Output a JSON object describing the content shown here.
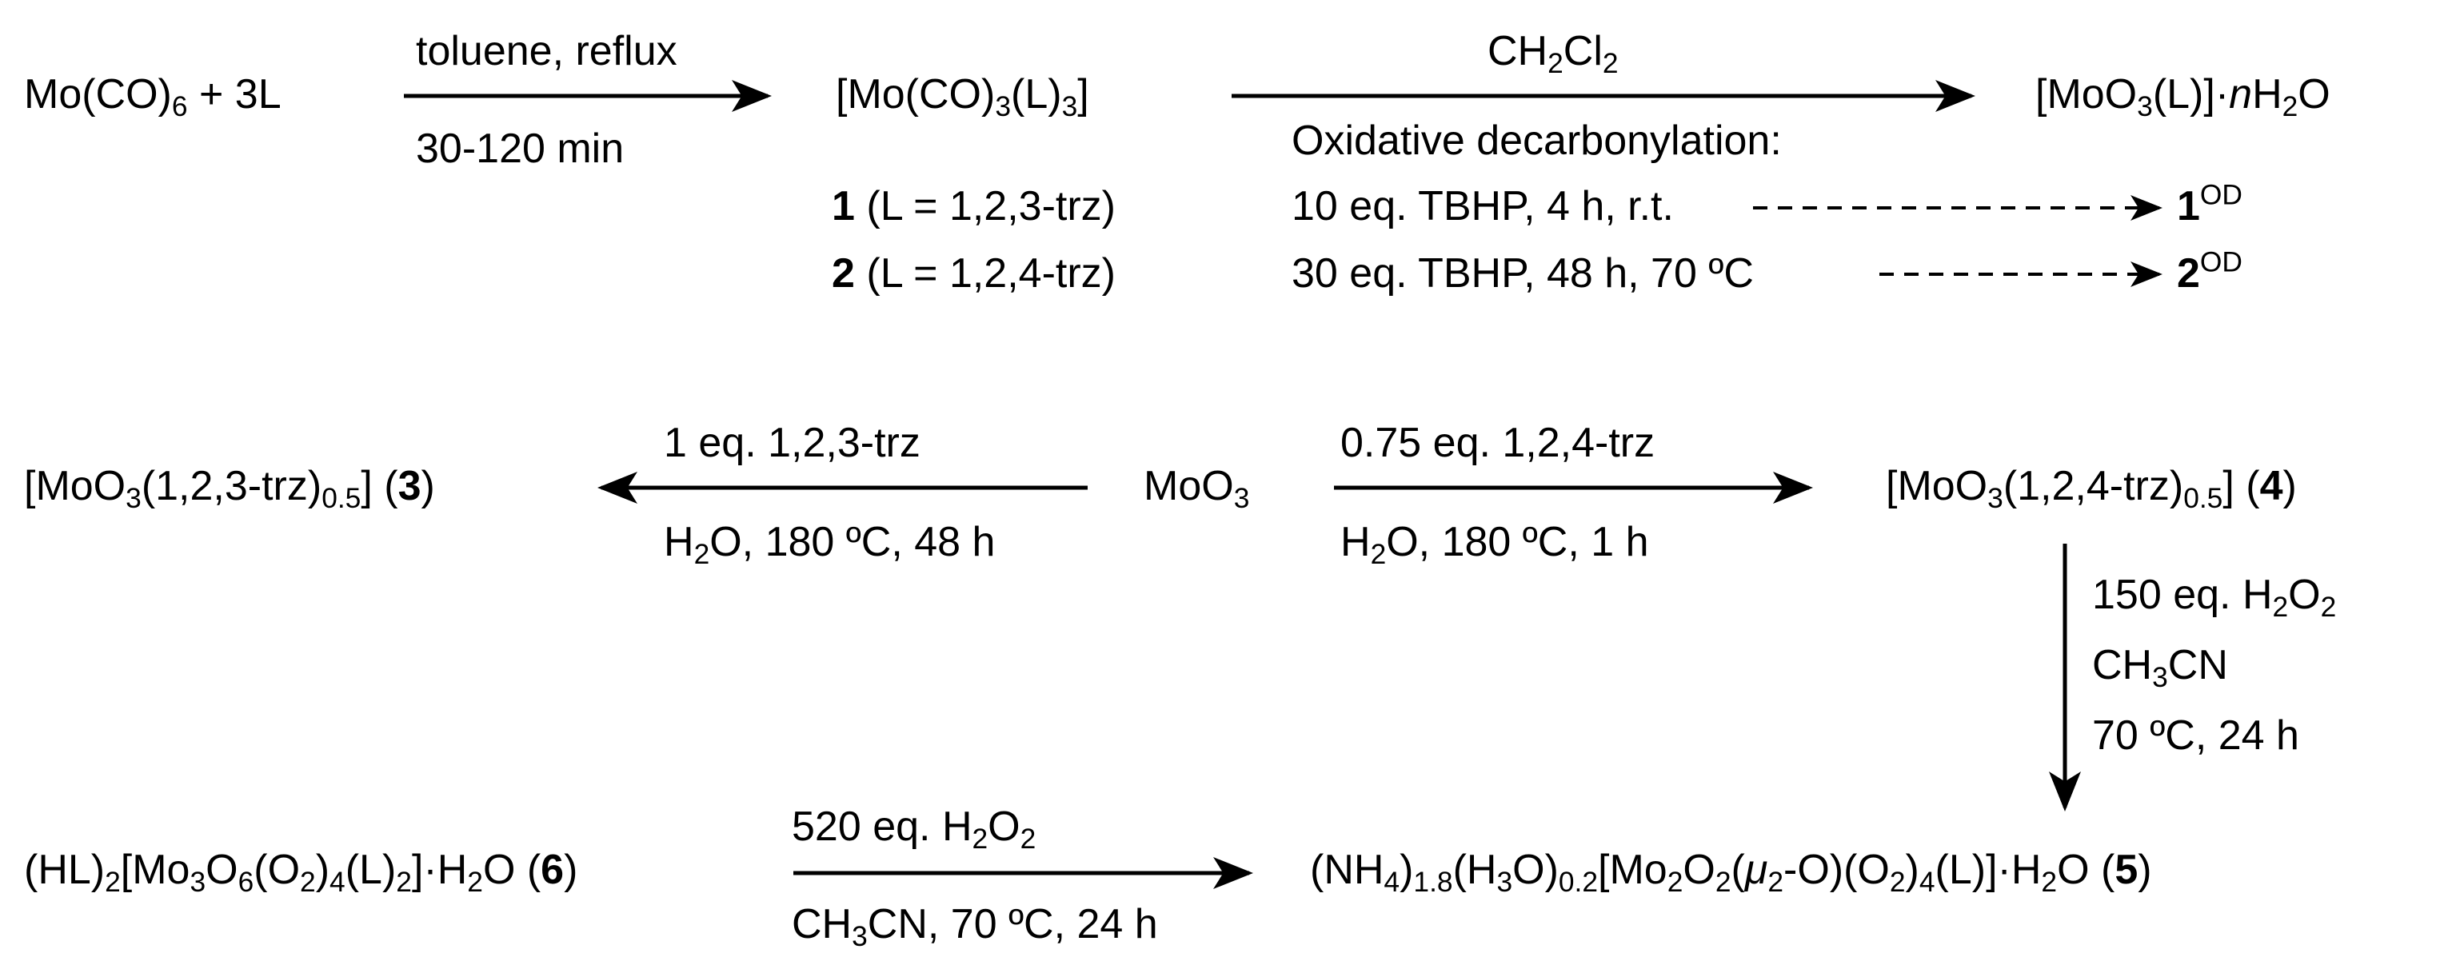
{
  "row1": {
    "reactants": "Mo(CO)6 + 3L",
    "step1": {
      "above": "toluene, reflux",
      "below": "30-120 min"
    },
    "product": "[Mo(CO)3(L)3]",
    "cpd1": {
      "num": "1",
      "desc": "(L = 1,2,3-trz)"
    },
    "cpd2": {
      "num": "2",
      "desc": "(L = 1,2,4-trz)"
    },
    "step2": {
      "above": "CH2Cl2",
      "heading": "Oxidative decarbonylation:",
      "cond1": "10 eq. TBHP, 4 h, r.t.",
      "cond2": "30 eq. TBHP, 48 h, 70 ºC"
    },
    "final": "[MoO3(L)]·nH2O",
    "od1": {
      "num": "1",
      "sup": "OD"
    },
    "od2": {
      "num": "2",
      "sup": "OD"
    }
  },
  "row2": {
    "left_product": "[MoO3(1,2,3-trz)0.5] (3)",
    "left_step": {
      "above": "1 eq. 1,2,3-trz",
      "below": "H2O, 180 ºC, 48 h"
    },
    "center": "MoO3",
    "right_step": {
      "above": "0.75 eq. 1,2,4-trz",
      "below": "H2O, 180 ºC, 1 h"
    },
    "right_product": "[MoO3(1,2,4-trz)0.5] (4)"
  },
  "vertical_step": {
    "line1": "150 eq. H2O2",
    "line2": "CH3CN",
    "line3": "70 ºC, 24 h"
  },
  "row3": {
    "left_product": "(HL)2[Mo3O6(O2)4(L)2]·H2O (6)",
    "step": {
      "above": "520 eq. H2O2",
      "below": "CH3CN, 70 ºC, 24 h"
    },
    "right_product": "(NH4)1.8(H3O)0.2[Mo2O2(μ2-O)(O2)4(L)]·H2O (5)"
  },
  "colors": {
    "ink": "#000000",
    "background": "#ffffff"
  }
}
